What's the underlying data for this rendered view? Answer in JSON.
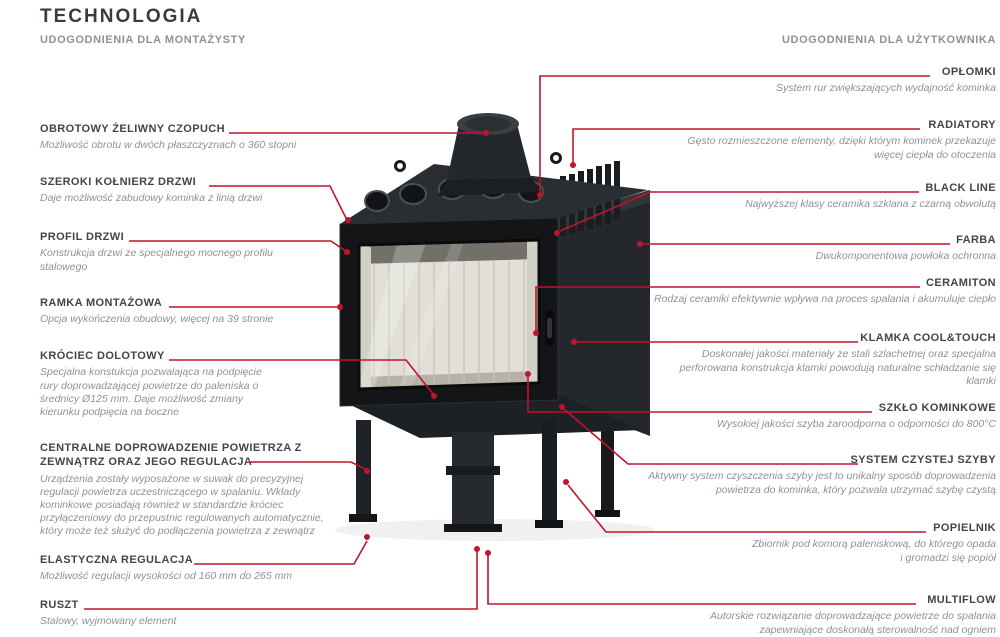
{
  "page": {
    "title": "TECHNOLOGIA"
  },
  "colors": {
    "accent": "#c1132f",
    "heading": "#41464c",
    "description": "#8c929a"
  },
  "columns": {
    "left": {
      "header": "UDOGODNIENIA DLA MONTAŻYSTY",
      "items": [
        {
          "title": "OBROTOWY ŻELIWNY CZOPUCH",
          "desc": "Możliwość obrotu w dwóch płaszczyznach o 360 stopni"
        },
        {
          "title": "SZEROKI KOŁNIERZ DRZWI",
          "desc": "Daje możliwość zabudowy kominka z linią drzwi"
        },
        {
          "title": "PROFIL DRZWI",
          "desc": "Konstrukcja drzwi ze specjalnego mocnego profilu stalowego"
        },
        {
          "title": "RAMKA MONTAŻOWA",
          "desc": "Opcja wykończenia obudowy, więcej na 39 stronie"
        },
        {
          "title": "KRÓCIEC DOLOTOWY",
          "desc": "Specjalna konstukcja pozwalająca na podpięcie rury doprowadzającej powietrze do paleniska o średnicy Ø125 mm. Daje możliwość zmiany kierunku podpięcia na boczne"
        },
        {
          "title": "CENTRALNE DOPROWADZENIE POWIETRZA Z ZEWNĄTRZ ORAZ JEGO REGULACJA",
          "desc": "Urządzenia zostały wyposażone w suwak do precyzyjnej regulacji powietrza uczestniczącego w spalaniu. Wkłady kominkowe posiadają również w standardzie króciec przyłączeniowy do przepustnic regulowanych automatycznie, który może też służyć do podłączenia powietrza z zewnątrz"
        },
        {
          "title": "ELASTYCZNA REGULACJA",
          "desc": "Możliwość regulacji wysokości od 160 mm do 265 mm"
        },
        {
          "title": "RUSZT",
          "desc": "Stalowy, wyjmowany element"
        }
      ]
    },
    "right": {
      "header": "UDOGODNIENIA DLA UŻYTKOWNIKA",
      "items": [
        {
          "title": "OPŁOMKI",
          "desc": "System rur zwiększających wydajność kominka"
        },
        {
          "title": "RADIATORY",
          "desc": "Gęsto rozmieszczone elementy, dzięki którym kominek przekazuje więcej ciepła do otoczenia"
        },
        {
          "title": "BLACK LINE",
          "desc": "Najwyższej klasy ceramika szklana z czarną obwolutą"
        },
        {
          "title": "FARBA",
          "desc": "Dwukomponentowa powłoka ochronna"
        },
        {
          "title": "CERAMITON",
          "desc": "Rodzaj ceramiki efektywnie wpływa na proces spalania i akumuluje ciepło"
        },
        {
          "title": "KLAMKA COOL&TOUCH",
          "desc": "Doskonałej jakości materiały ze stali szlachetnej oraz specjalna perforowana konstrukcja klamki powodują naturalne schładzanie się klamki"
        },
        {
          "title": "SZKŁO KOMINKOWE",
          "desc": "Wysokiej jakości szyba żaroodporna o odporności do 800°C"
        },
        {
          "title": "SYSTEM CZYSTEJ SZYBY",
          "desc": "Aktywny system czyszczenia szyby jest to unikalny sposób doprowadzenia powietrza do kominka, który pozwala utrzymać szybę czystą"
        },
        {
          "title": "POPIELNIK",
          "desc": "Zbiornik pod komorą paleniskową, do którego opada i gromadzi się popiół"
        },
        {
          "title": "MULTIFLOW",
          "desc": "Autorskie rozwiązanie doprowadzające powietrze do spalania zapewniające doskonałą sterowalność nad ogniem"
        }
      ]
    }
  }
}
